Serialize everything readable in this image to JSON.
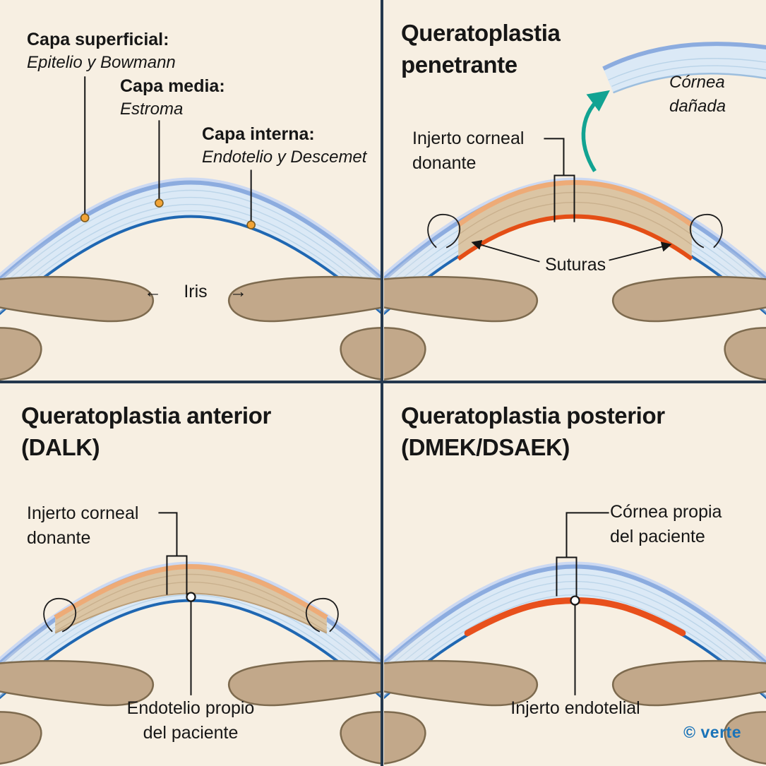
{
  "colors": {
    "background": "#f7efe2",
    "divider": "#24384d",
    "cornea_fill": "#dbe9f6",
    "cornea_outer_edge": "#8cacdf",
    "cornea_inner_edge": "#1f67b2",
    "graft_fill": "#dbc5a4",
    "graft_top_edge": "#eeab77",
    "graft_bottom_edge": "#e44e16",
    "endothelial_graft": "#e8501c",
    "iris": "#c2a88a",
    "removal_arrow": "#12a392",
    "marker_dot": "#f2a437",
    "credit": "#1a73b8"
  },
  "panel_layers": {
    "labels": [
      {
        "title": "Capa superficial:",
        "subtitle": "Epitelio y Bowmann"
      },
      {
        "title": "Capa media:",
        "subtitle": "Estroma"
      },
      {
        "title": "Capa interna:",
        "subtitle": "Endotelio y Descemet"
      }
    ],
    "iris": {
      "left_arrow": "←",
      "label": "Iris",
      "right_arrow": "→"
    }
  },
  "panel_penetrante": {
    "title_line1": "Queratoplastia",
    "title_line2": "penetrante",
    "damaged_line1": "Córnea",
    "damaged_line2": "dañada",
    "graft_line1": "Injerto corneal",
    "graft_line2": "donante",
    "sutures": "Suturas"
  },
  "panel_dalk": {
    "title_line1": "Queratoplastia anterior",
    "title_line2": "(DALK)",
    "graft_line1": "Injerto corneal",
    "graft_line2": "donante",
    "endo_line1": "Endotelio propio",
    "endo_line2": "del paciente"
  },
  "panel_posterior": {
    "title_line1": "Queratoplastia posterior",
    "title_line2": "(DMEK/DSAEK)",
    "cornea_line1": "Córnea propia",
    "cornea_line2": "del paciente",
    "graft_label": "Injerto endotelial"
  },
  "meta": {
    "credit": "© verte"
  }
}
